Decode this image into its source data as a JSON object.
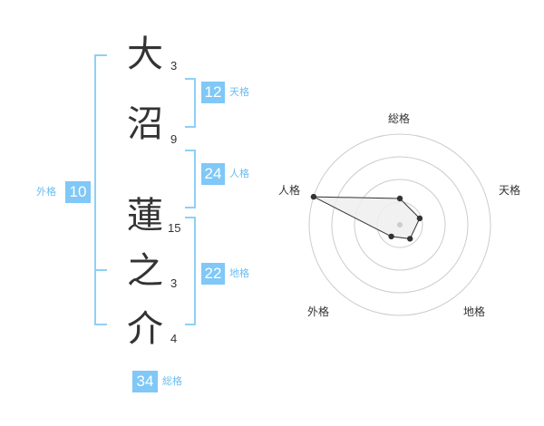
{
  "name": {
    "chars": [
      {
        "char": "大",
        "strokes": "3"
      },
      {
        "char": "沼",
        "strokes": "9"
      },
      {
        "char": "蓮",
        "strokes": "15"
      },
      {
        "char": "之",
        "strokes": "3"
      },
      {
        "char": "介",
        "strokes": "4"
      }
    ]
  },
  "kakusu": {
    "tenkaku": {
      "value": "12",
      "label": "天格"
    },
    "jinkaku": {
      "value": "24",
      "label": "人格"
    },
    "chikaku": {
      "value": "22",
      "label": "地格"
    },
    "gaikaku": {
      "value": "10",
      "label": "外格"
    },
    "soukaku": {
      "value": "34",
      "label": "総格"
    }
  },
  "chart_data": {
    "type": "radar",
    "axes": [
      "総格",
      "天格",
      "地格",
      "外格",
      "人格"
    ],
    "values": [
      0.29,
      0.23,
      0.19,
      0.16,
      1.0
    ],
    "rings": 4,
    "colors": {
      "fill": "#eeeeee",
      "line": "#333333",
      "ring": "#cccccc",
      "center": "#cccccc"
    }
  }
}
